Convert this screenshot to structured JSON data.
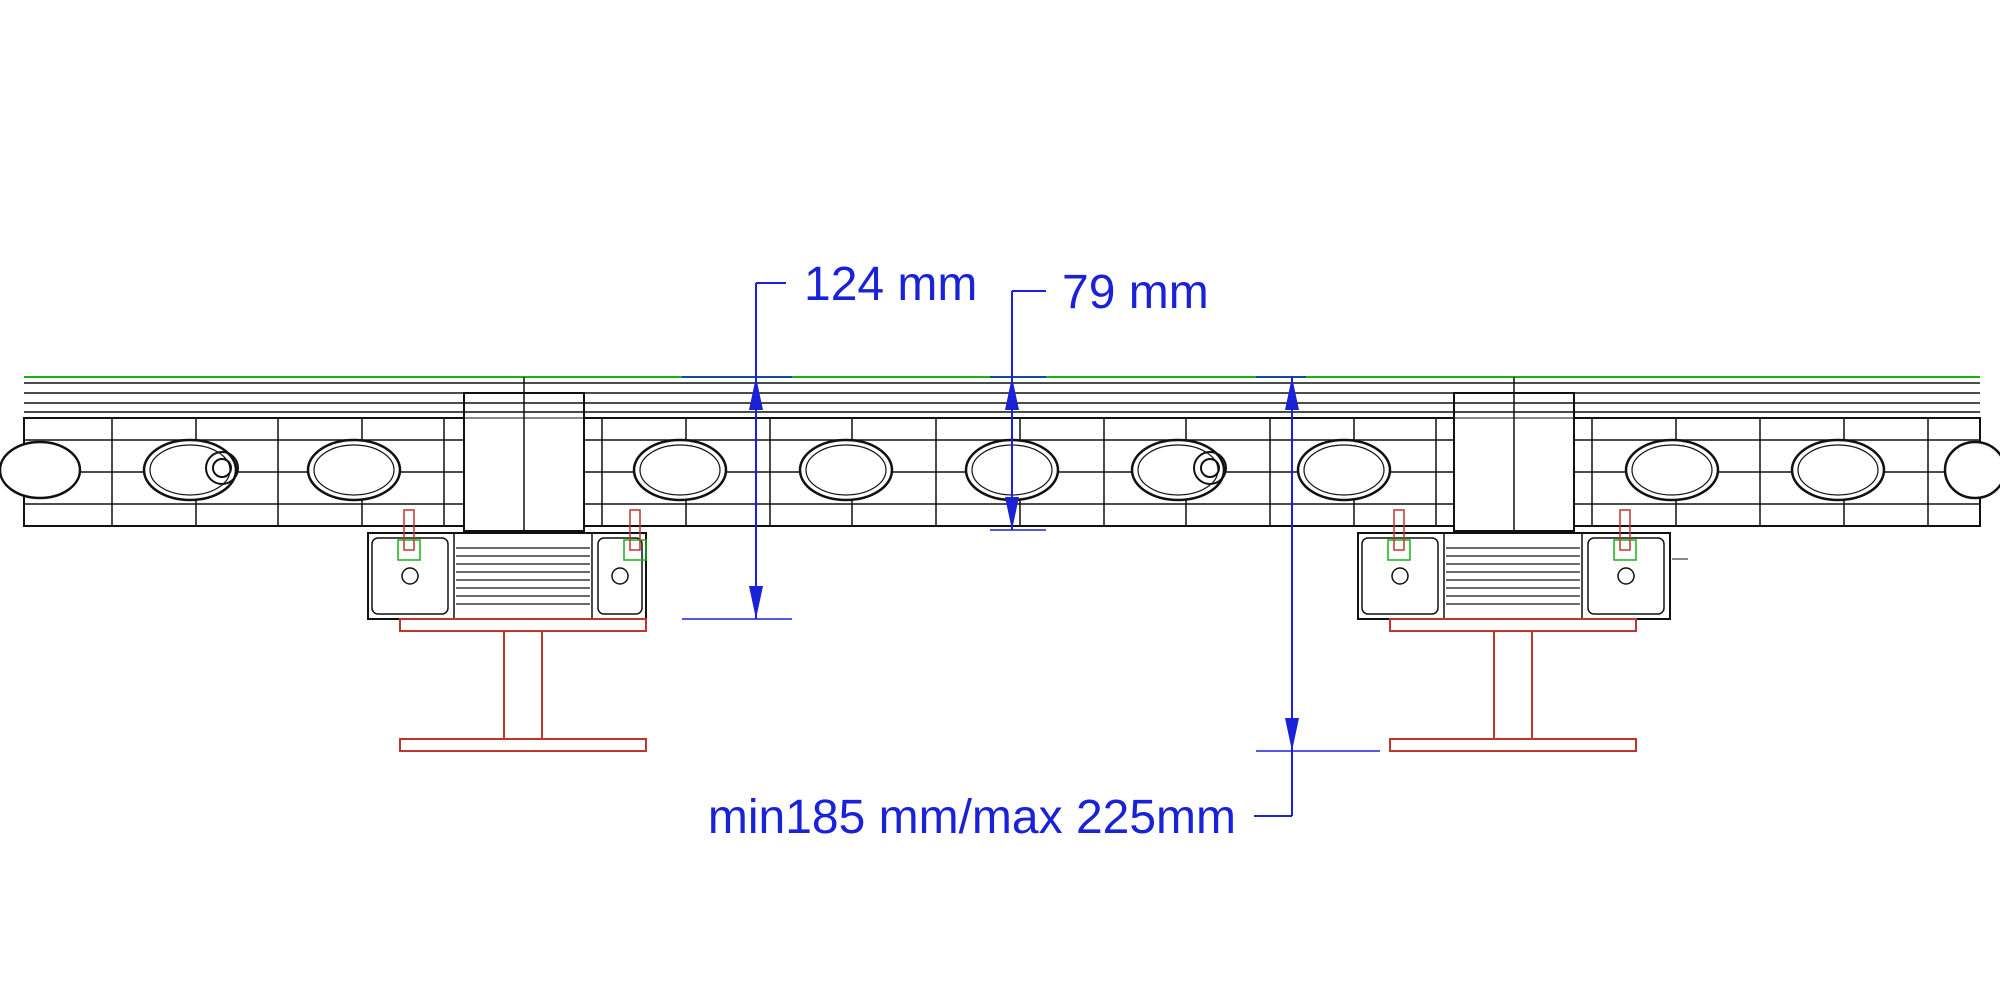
{
  "diagram": {
    "dimensions": {
      "top_module": "124 mm",
      "slat_height": "79 mm",
      "total_height": "min185 mm/max 225mm"
    },
    "colors": {
      "outline": "#111111",
      "dimension": "#1a22d8",
      "support": "#c0362c",
      "guide": "#19b219"
    }
  }
}
